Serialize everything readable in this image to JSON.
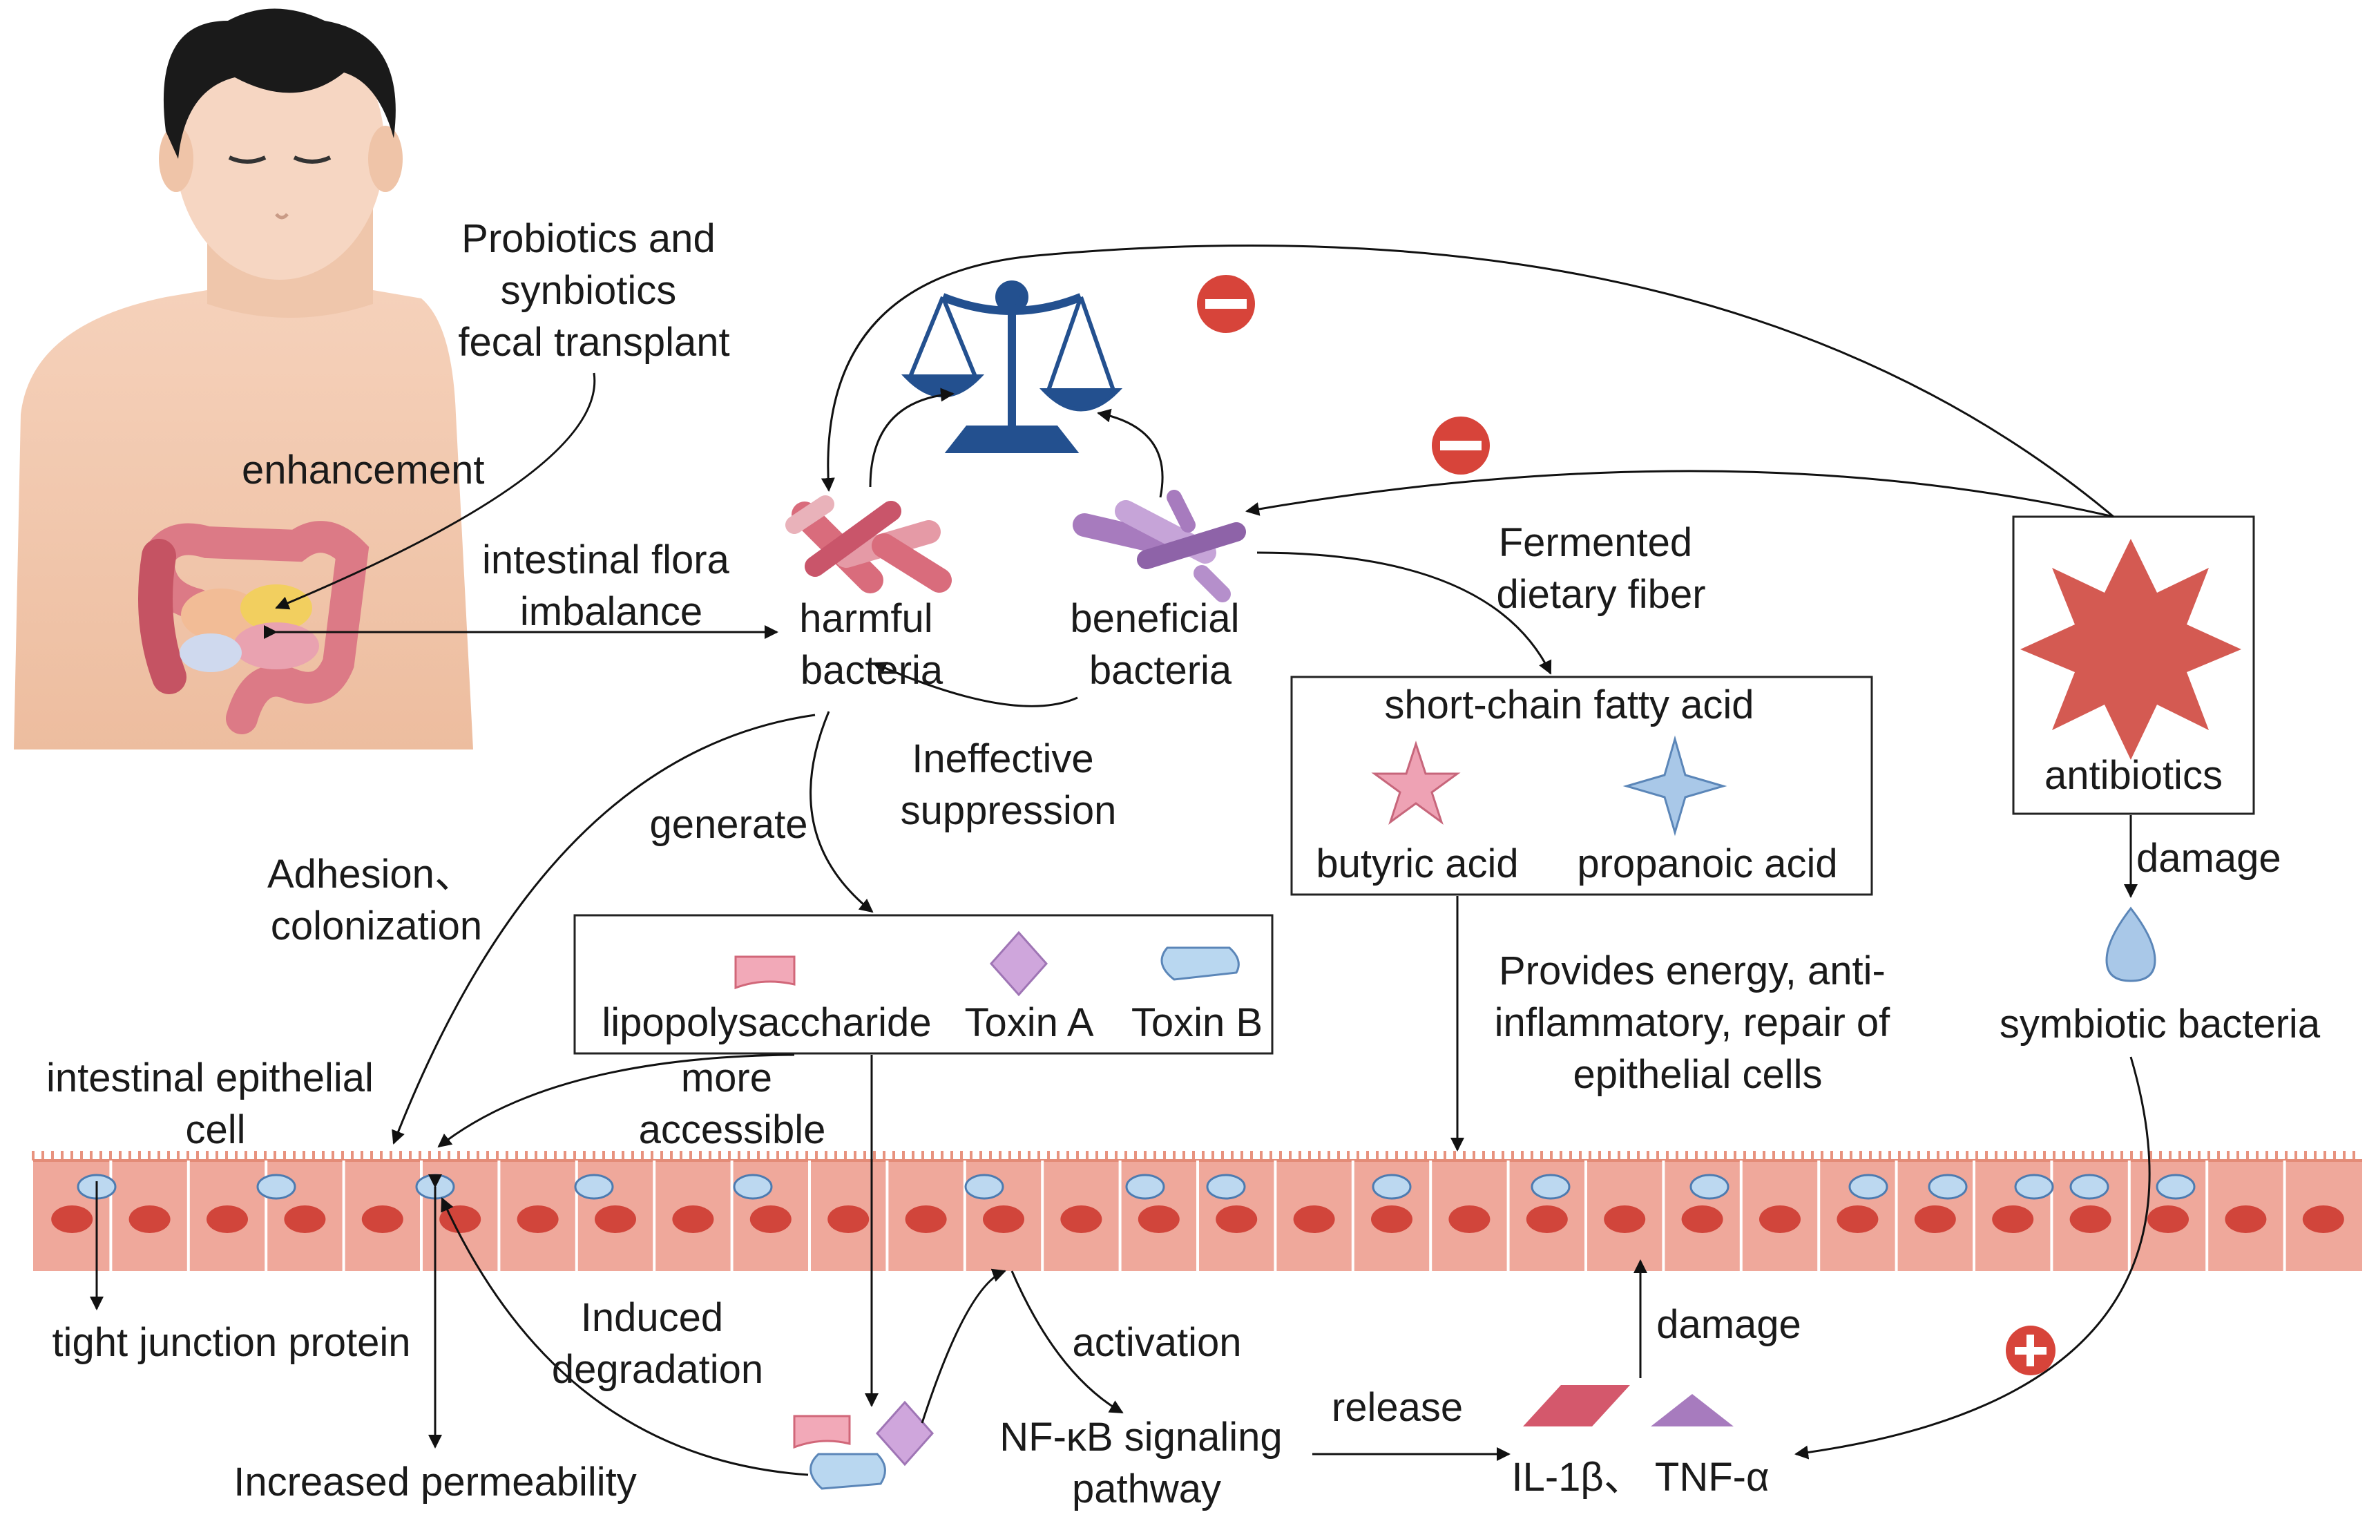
{
  "labels": {
    "probiotics": [
      "Probiotics and",
      "synbiotics",
      "fecal transplant"
    ],
    "enhancement": "enhancement",
    "imbalance": [
      "intestinal flora",
      "imbalance"
    ],
    "harmful": [
      "harmful",
      "bacteria"
    ],
    "beneficial": [
      "beneficial",
      "bacteria"
    ],
    "fermented": [
      "Fermented",
      "dietary fiber"
    ],
    "scfa_title": "short-chain fatty acid",
    "butyric": "butyric acid",
    "propanoic": "propanoic acid",
    "antibiotics": "antibiotics",
    "damage_top": "damage",
    "symbiotic": "symbiotic bacteria",
    "ineffective": [
      "Ineffective",
      "suppression"
    ],
    "generate": "generate",
    "adhesion": [
      "Adhesion、",
      "colonization"
    ],
    "lps": "lipopolysaccharide",
    "toxin_a": "Toxin A",
    "toxin_b": "Toxin B",
    "energy": [
      "Provides energy, anti-",
      "inflammatory, repair of",
      "epithelial cells"
    ],
    "epithelial": [
      "intestinal epithelial",
      "cell"
    ],
    "accessible": [
      "more",
      "accessible"
    ],
    "tight_junction": "tight junction protein",
    "induced": [
      "Induced",
      "degradation"
    ],
    "activation": "activation",
    "damage_bottom": "damage",
    "nfkb": [
      "NF-κB signaling",
      "pathway"
    ],
    "release": "release",
    "cytokines": "IL-1β、 TNF-α",
    "permeability": "Increased permeability"
  },
  "signs": {
    "inhibit": "−",
    "promote": "+"
  },
  "colors": {
    "sign_red": "#d7443a",
    "scale_blue": "#23508f",
    "harmful_pink": "#d96c7c",
    "beneficial_purple": "#a77bbe",
    "antibiotic_red": "#d45a52",
    "butyric_pink": "#eea2b4",
    "propanoic_blue": "#a9c8e8",
    "tissue": "#efa89b",
    "nucleus": "#d1453b",
    "junction": "#bcd8f0"
  },
  "epithelium": {
    "cell_count": 30
  }
}
